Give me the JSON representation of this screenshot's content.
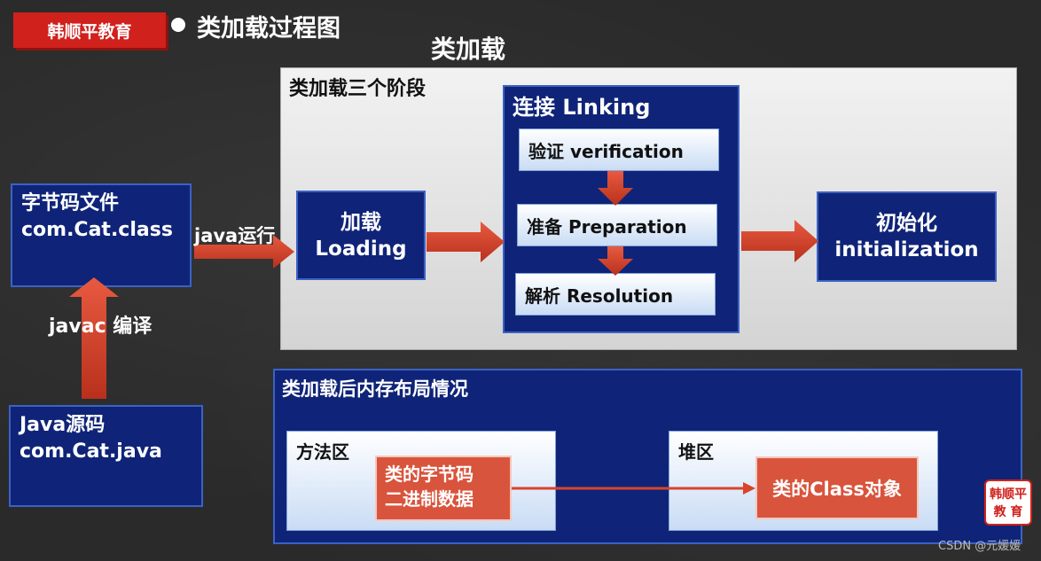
{
  "brand": "韩顺平教育",
  "title": "类加载过程图",
  "subtitle": "类加载",
  "stages_label": "类加载三个阶段",
  "bytecode_file": {
    "line1": "字节码文件",
    "line2": "com.Cat.class"
  },
  "java_source": {
    "line1": "Java源码",
    "line2": "com.Cat.java"
  },
  "javac_label": "javac 编译",
  "java_run_label": "java运行",
  "loading": {
    "line1": "加载",
    "line2": "Loading"
  },
  "linking": {
    "label": "连接 Linking",
    "verification": "验证 verification",
    "preparation": "准备 Preparation",
    "resolution": "解析 Resolution"
  },
  "initialization": {
    "line1": "初始化",
    "line2": "initialization"
  },
  "memory": {
    "label": "类加载后内存布局情况",
    "method_area": "方法区",
    "heap": "堆区",
    "bytecode_line1": "类的字节码",
    "bytecode_line2": "二进制数据",
    "class_object": "类的Class对象"
  },
  "logo": {
    "line1": "韩顺平",
    "line2": "教 育"
  },
  "watermark": "CSDN @元媛媛",
  "colors": {
    "navy": "#0f2478",
    "arrow_red": "#d9432b",
    "brand_red": "#d0211c"
  }
}
